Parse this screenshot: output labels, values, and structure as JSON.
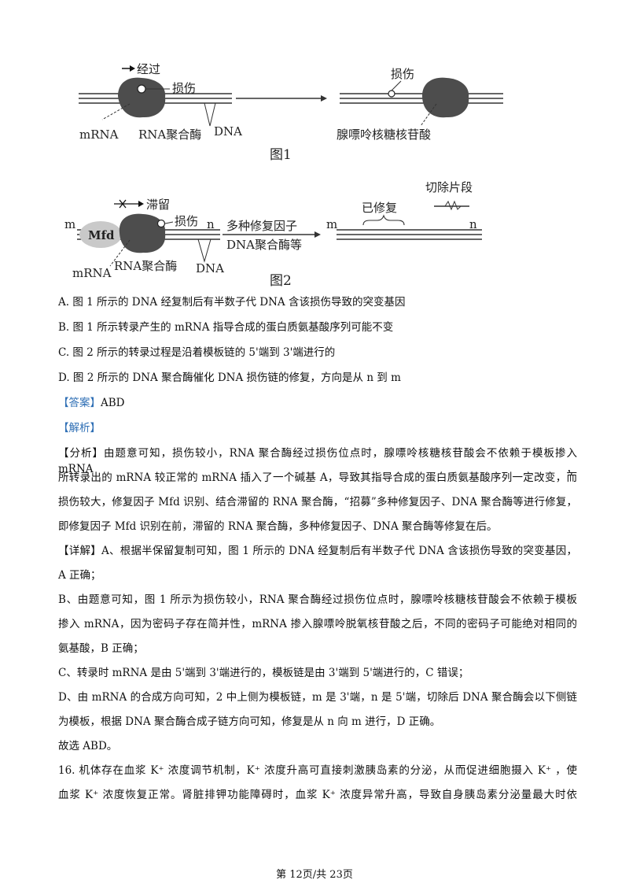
{
  "figure1": {
    "label_pass": "经过",
    "label_damage": "损伤",
    "label_mrna": "mRNA",
    "label_rnap": "RNA聚合酶",
    "label_dna": "DNA",
    "label_damage_right": "损伤",
    "label_adenine": "腺嘌呤核糖核苷酸",
    "caption": "图1"
  },
  "figure2": {
    "label_stall": "滞留",
    "label_damage": "损伤",
    "label_m": "m",
    "label_n": "n",
    "label_mfd": "Mfd",
    "label_mrna": "mRNA",
    "label_rnap": "RNA聚合酶",
    "label_dna": "DNA",
    "arrow_top": "多种修复因子",
    "arrow_bottom": "DNA聚合酶等",
    "label_repaired": "已修复",
    "label_cut": "切除片段",
    "label_m_right": "m",
    "label_n_right": "n",
    "caption": "图2"
  },
  "options": {
    "a": "A. 图 1 所示的 DNA 经复制后有半数子代 DNA 含该损伤导致的突变基因",
    "b": "B. 图 1 所示转录产生的 mRNA 指导合成的蛋白质氨基酸序列可能不变",
    "c": "C. 图 2 所示的转录过程是沿着模板链的 5'端到 3'端进行的",
    "d": "D. 图 2 所示的 DNA 聚合酶催化 DNA 损伤链的修复，方向是从 n 到 m"
  },
  "answer": {
    "tag": "【答案】",
    "value": "ABD"
  },
  "analysis_tag": "【解析】",
  "analysis": {
    "tag": "【分析】",
    "lines": [
      "由题意可知，损伤较小，RNA 聚合酶经过损伤位点时，腺嘌呤核糖核苷酸会不依赖于模板掺入 mRNA，",
      "所转录出的 mRNA 较正常的 mRNA 插入了一个碱基 A，导致其指导合成的蛋白质氨基酸序列一定改变，而",
      "损伤较大，修复因子 Mfd 识别、结合滞留的 RNA 聚合酶，“招募”多种修复因子、DNA 聚合酶等进行修复，",
      "即修复因子 Mfd 识别在前，滞留的 RNA 聚合酶，多种修复因子、DNA 聚合酶等修复在后。"
    ]
  },
  "detail": {
    "tag": "【详解】",
    "a_lines": [
      "A、根据半保留复制可知，图 1 所示的 DNA 经复制后有半数子代 DNA 含该损伤导致的突变基因，",
      "A 正确；"
    ],
    "b_lines": [
      "B、由题意可知，图 1 所示为损伤较小，RNA 聚合酶经过损伤位点时，腺嘌呤核糖核苷酸会不依赖于模板",
      "掺入 mRNA，因为密码子存在简并性，mRNA 掺入腺嘌呤脱氧核苷酸之后，不同的密码子可能绝对相同的",
      "氨基酸，B 正确；"
    ],
    "c_line": "C、转录时 mRNA 是由 5'端到 3'端进行的，模板链是由 3'端到 5'端进行的，C 错误；",
    "d_lines": [
      "D、由 mRNA 的合成方向可知，2 中上侧为模板链，m 是 3'端，n 是 5'端，切除后 DNA 聚合酶会以下侧链",
      "为模板，根据 DNA 聚合酶合成子链方向可知，修复是从 n 向 m 进行，D 正确。"
    ],
    "conclusion": "故选 ABD。"
  },
  "question16": {
    "lines": [
      "16. 机体存在血浆 K⁺ 浓度调节机制，K⁺ 浓度升高可直接刺激胰岛素的分泌，从而促进细胞摄入 K⁺ ，使",
      "血浆 K⁺ 浓度恢复正常。肾脏排钾功能障碍时，血浆 K⁺ 浓度异常升高，导致自身胰岛素分泌量最大时依"
    ]
  },
  "footer": "第 12页/共 23页"
}
